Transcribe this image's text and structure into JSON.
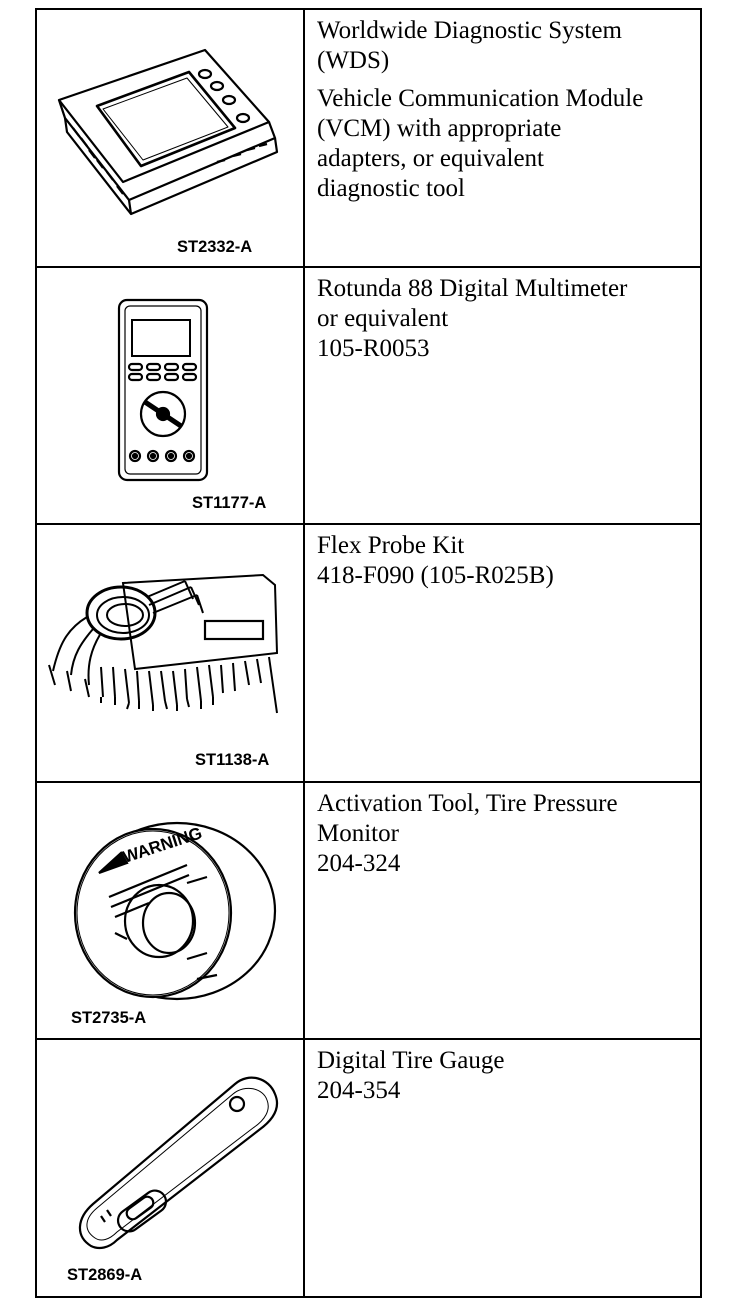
{
  "rows": [
    {
      "ref": "ST2332-A",
      "icon": "diagnostic-tablet",
      "paragraphs": [
        [
          "Worldwide Diagnostic System",
          "(WDS)"
        ],
        [
          "Vehicle Communication Module",
          "(VCM) with appropriate",
          "adapters, or equivalent",
          "diagnostic tool"
        ]
      ]
    },
    {
      "ref": "ST1177-A",
      "icon": "digital-multimeter",
      "paragraphs": [
        [
          "Rotunda 88 Digital Multimeter",
          "or equivalent",
          "105-R0053"
        ]
      ]
    },
    {
      "ref": "ST1138-A",
      "icon": "flex-probe-kit",
      "paragraphs": [
        [
          "Flex Probe Kit",
          "418-F090 (105-R025B)"
        ]
      ]
    },
    {
      "ref": "ST2735-A",
      "icon": "tire-pressure-activation-tool",
      "label_text": "WARNING",
      "paragraphs": [
        [
          "Activation Tool, Tire Pressure",
          "Monitor",
          "204-324"
        ]
      ]
    },
    {
      "ref": "ST2869-A",
      "icon": "digital-tire-gauge",
      "paragraphs": [
        [
          "Digital Tire Gauge",
          "204-354"
        ]
      ]
    }
  ]
}
